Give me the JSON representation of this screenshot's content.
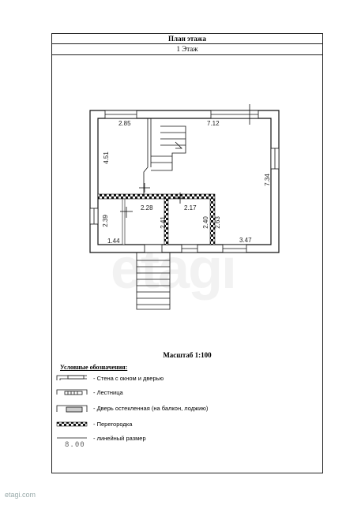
{
  "header": {
    "title": "План этажа",
    "floor": "1 Этаж"
  },
  "dimensions": {
    "d1": "2.85",
    "d2": "7.12",
    "d3": "4.51",
    "d4": "7.34",
    "d5": "2.28",
    "d6": "2.17",
    "d7": "2.39",
    "d8": "2.41",
    "d9": "2.40",
    "d10": "2.63",
    "d11": "1.44",
    "d12": "3.47"
  },
  "scale": "Масштаб 1:100",
  "legend": {
    "title": "Условные обозначения:",
    "items": [
      "- Стена с окном и дверью",
      "- Лестница",
      "- Дверь остекленная (на балкон, лоджию)",
      "- Перегородка",
      "- линейный размер"
    ],
    "sample_value": "8.00"
  },
  "watermark": "etagi",
  "brand": "etagi.com"
}
